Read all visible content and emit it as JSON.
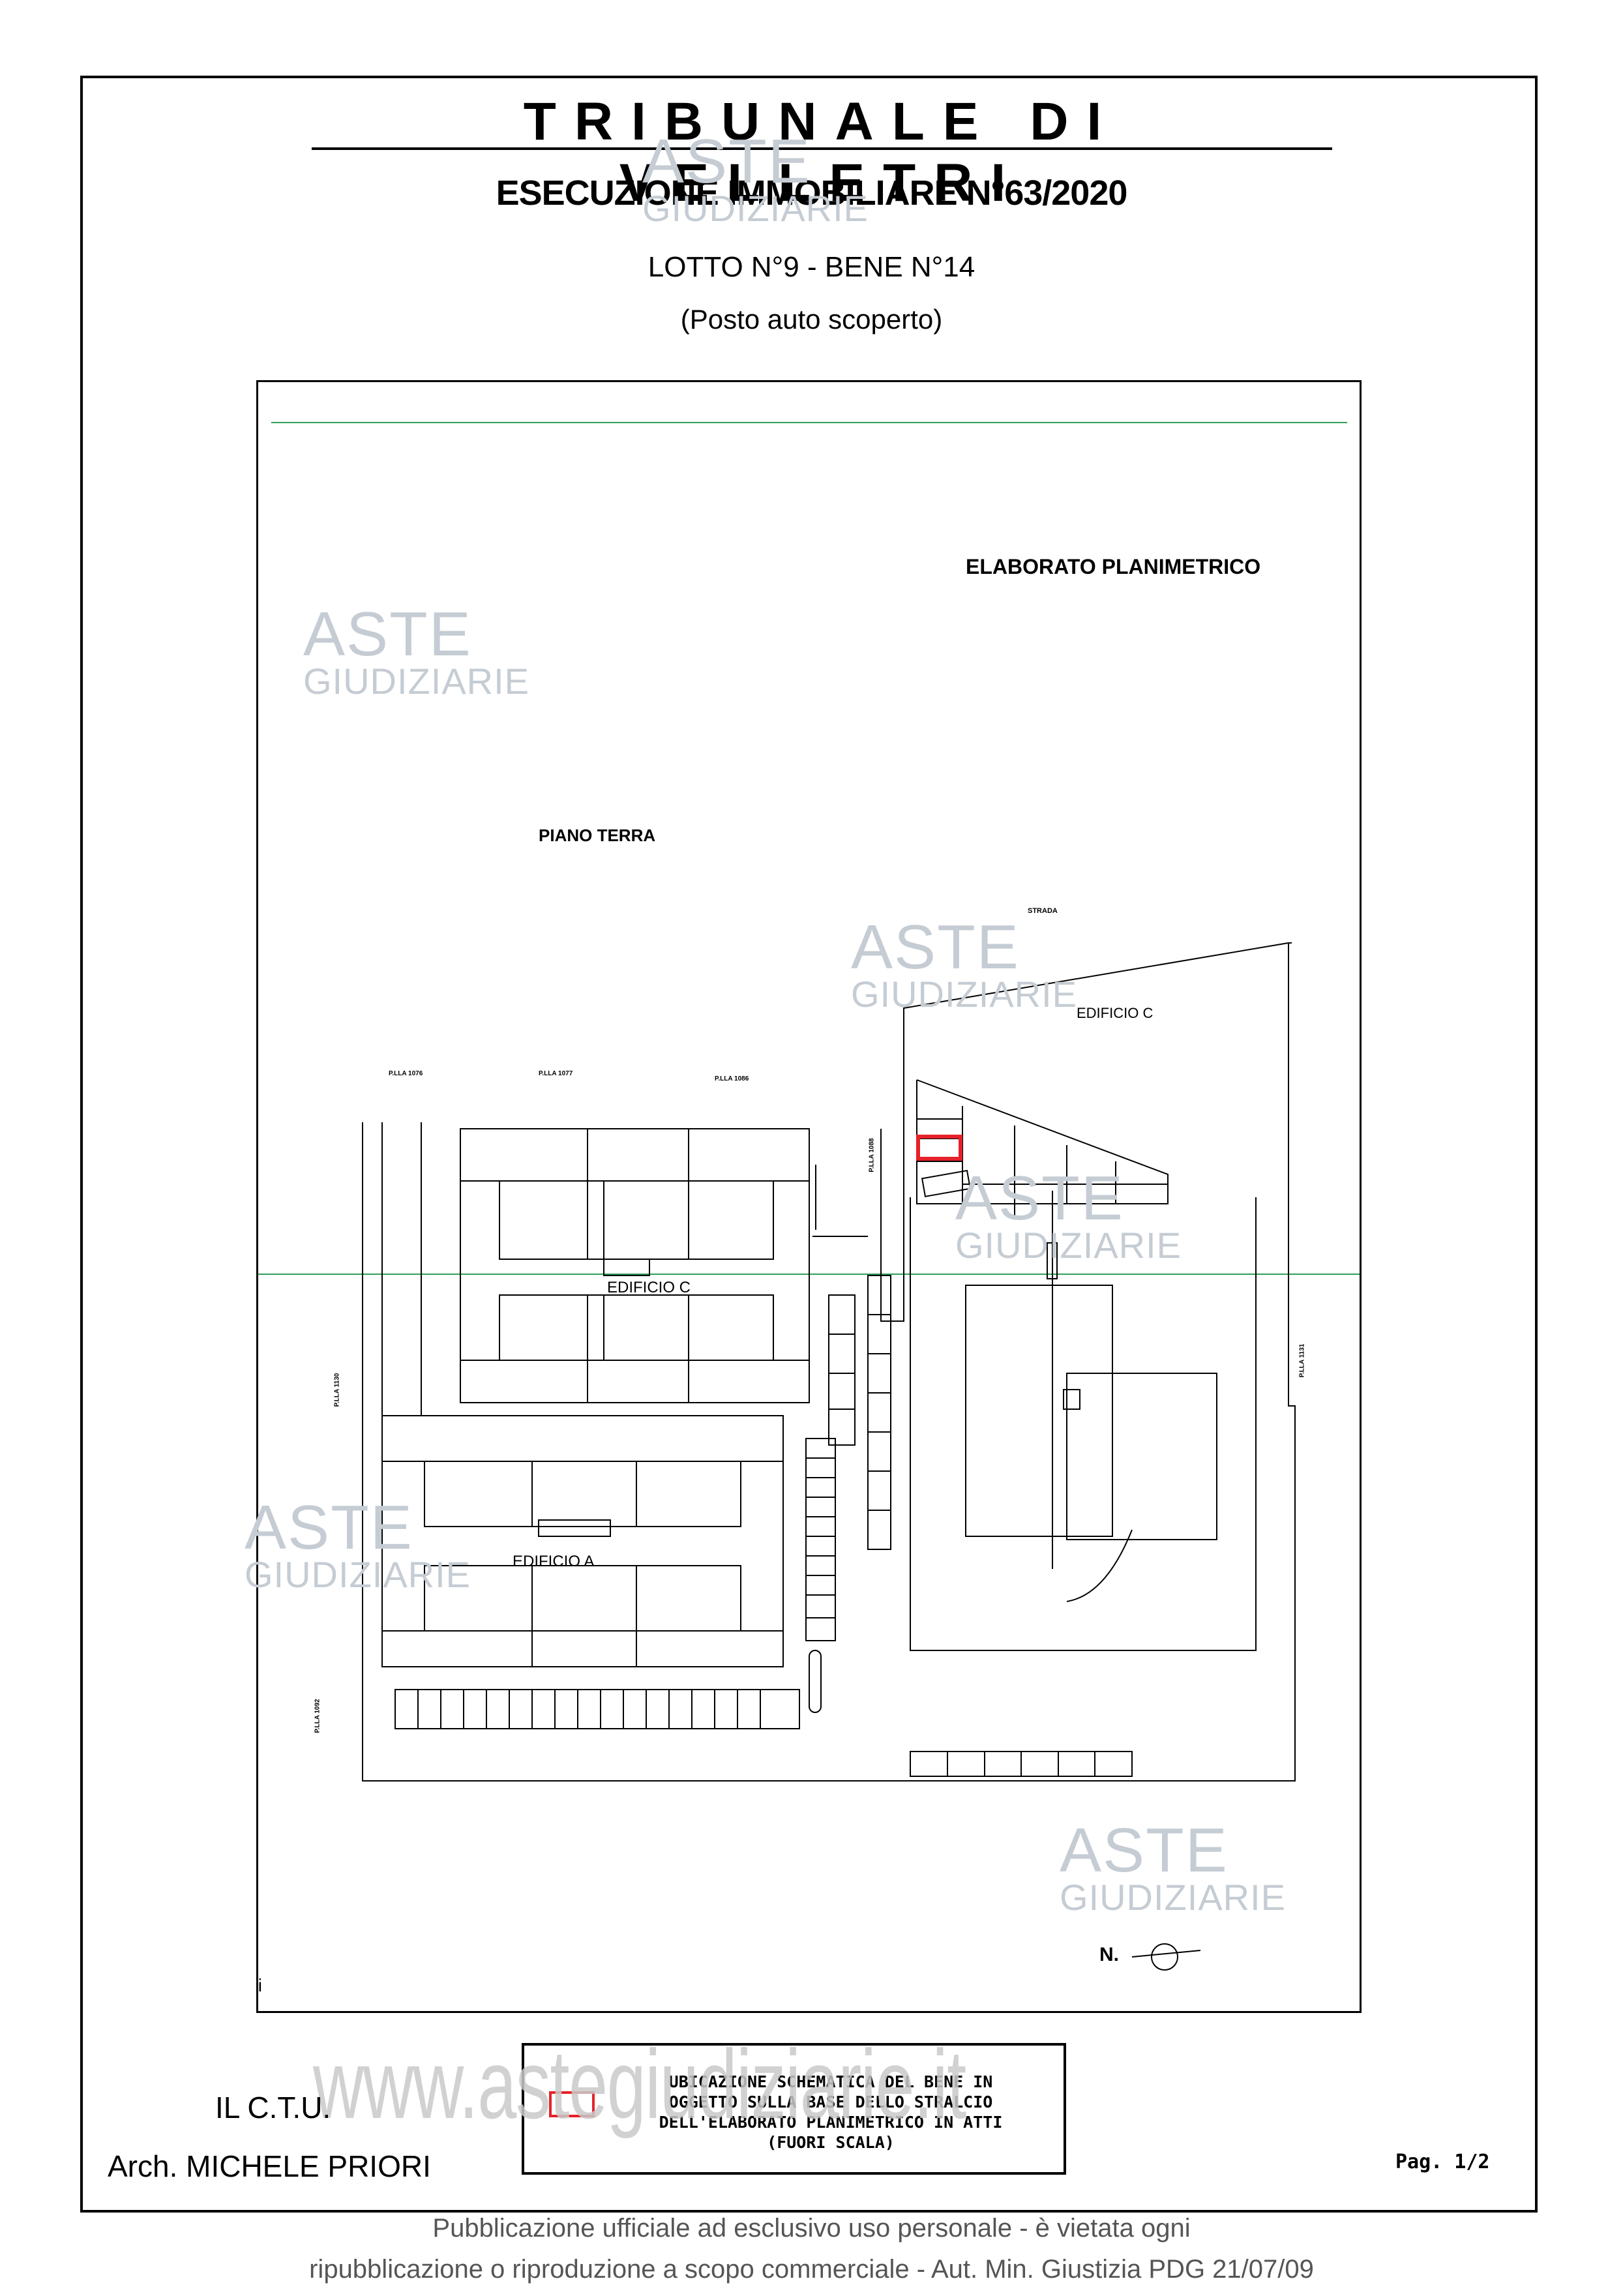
{
  "header": {
    "title": "TRIBUNALE DI VELLETRI",
    "procedure": "ESECUZIONE IMMOBILIARE N°63/2020",
    "lot": "LOTTO N°9 - BENE N°14",
    "description": "(Posto auto scoperto)"
  },
  "plan": {
    "title": "ELABORATO PLANIMETRICO",
    "floor": "PIANO TERRA",
    "street": "STRADA",
    "building_a": "EDIFICIO A",
    "building_c_main": "EDIFICIO C",
    "building_c_east": "EDIFICIO C",
    "parcels": [
      "P.LLA 1076",
      "P.LLA 1077",
      "P.LLA 1086",
      "P.LLA 1088",
      "P.LLA 1130",
      "P.LLA 1092",
      "P.LLA 1131"
    ],
    "north_label": "N.",
    "highlight_color": "#e5222a",
    "edge_text": "ti"
  },
  "watermark": {
    "brand_top": "ASTE",
    "brand_bottom": "GIUDIZIARIE",
    "url": "www.astegiudiziarie.it"
  },
  "legend": {
    "text": [
      "UBICAZIONE SCHEMATICA DEL BENE IN",
      "OGGETTO SULLA BASE DELLO STRALCIO",
      "DELL'ELABORATO PLANIMETRICO IN ATTI",
      "(FUORI SCALA)"
    ]
  },
  "footer": {
    "ctu": "IL C.T.U.",
    "architect": "Arch. MICHELE PRIORI",
    "page": "Pag. 1/2",
    "publication_line1": "Pubblicazione ufficiale ad esclusivo uso personale - è vietata ogni",
    "publication_line2": "ripubblicazione o riproduzione a scopo commerciale - Aut. Min. Giustizia PDG 21/07/09"
  }
}
